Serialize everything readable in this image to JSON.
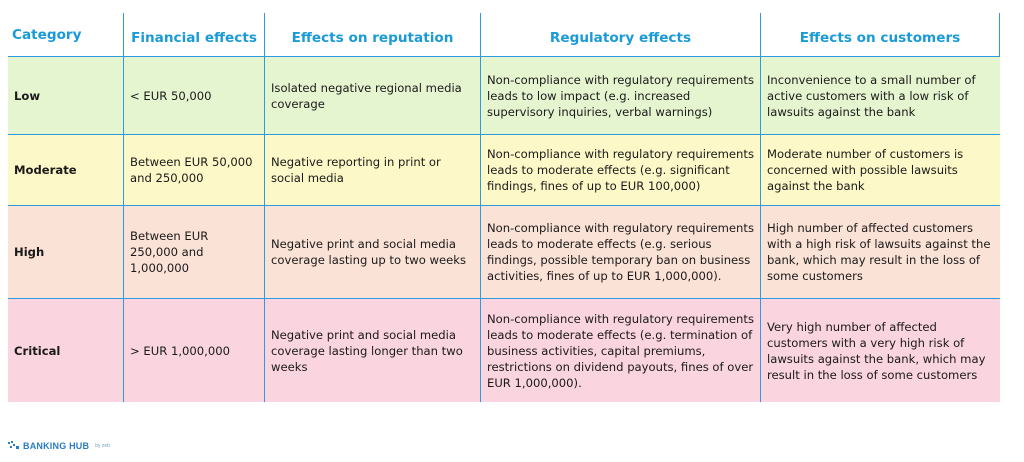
{
  "colors": {
    "accent": "#1a9ad6",
    "grid": "#2d9be0",
    "low": "#e5f5d0",
    "moderate": "#fdf8c7",
    "high": "#fbe2d6",
    "critical": "#fad4df"
  },
  "table": {
    "headers": [
      "Category",
      "Financial effects",
      "Effects on reputation",
      "Regulatory effects",
      "Effects on customers"
    ],
    "rows": [
      {
        "category": "Low",
        "financial": "< EUR 50,000",
        "reputation": "Isolated negative regional media coverage",
        "regulatory": "Non-compliance with regulatory requirements leads to low impact (e.g. increased supervisory inquiries, verbal warnings)",
        "customers": "Inconvenience to a small number of active customers with a low risk of lawsuits against the bank"
      },
      {
        "category": "Moderate",
        "financial": "Between EUR 50,000 and 250,000",
        "reputation": "Negative reporting in print or social media",
        "regulatory": "Non-compliance with regulatory requirements leads to moderate effects (e.g. significant findings, fines of up to EUR 100,000)",
        "customers": "Moderate number of customers is concerned with possible lawsuits against the bank"
      },
      {
        "category": "High",
        "financial": "Between EUR 250,000 and 1,000,000",
        "reputation": "Negative print and social media coverage lasting up to two weeks",
        "regulatory": "Non-compliance with regulatory requirements leads to moderate effects (e.g. serious findings, possible temporary ban on business activities, fines of up to EUR 1,000,000).",
        "customers": "High number of affected customers with a high risk of lawsuits against the bank, which may result in the loss of some customers"
      },
      {
        "category": "Critical",
        "financial": "> EUR 1,000,000",
        "reputation": "Negative print and social media coverage lasting longer than two weeks",
        "regulatory": "Non-compliance with regulatory requirements leads to moderate effects (e.g. termination of business activities, capital premiums, restrictions on dividend payouts, fines of over EUR 1,000,000).",
        "customers": "Very high number of affected customers with a very high risk of lawsuits against the bank, which may result in the loss of some customers"
      }
    ]
  },
  "footer": {
    "logo_text": "BANKING HUB",
    "logo_by": "by zeb"
  }
}
